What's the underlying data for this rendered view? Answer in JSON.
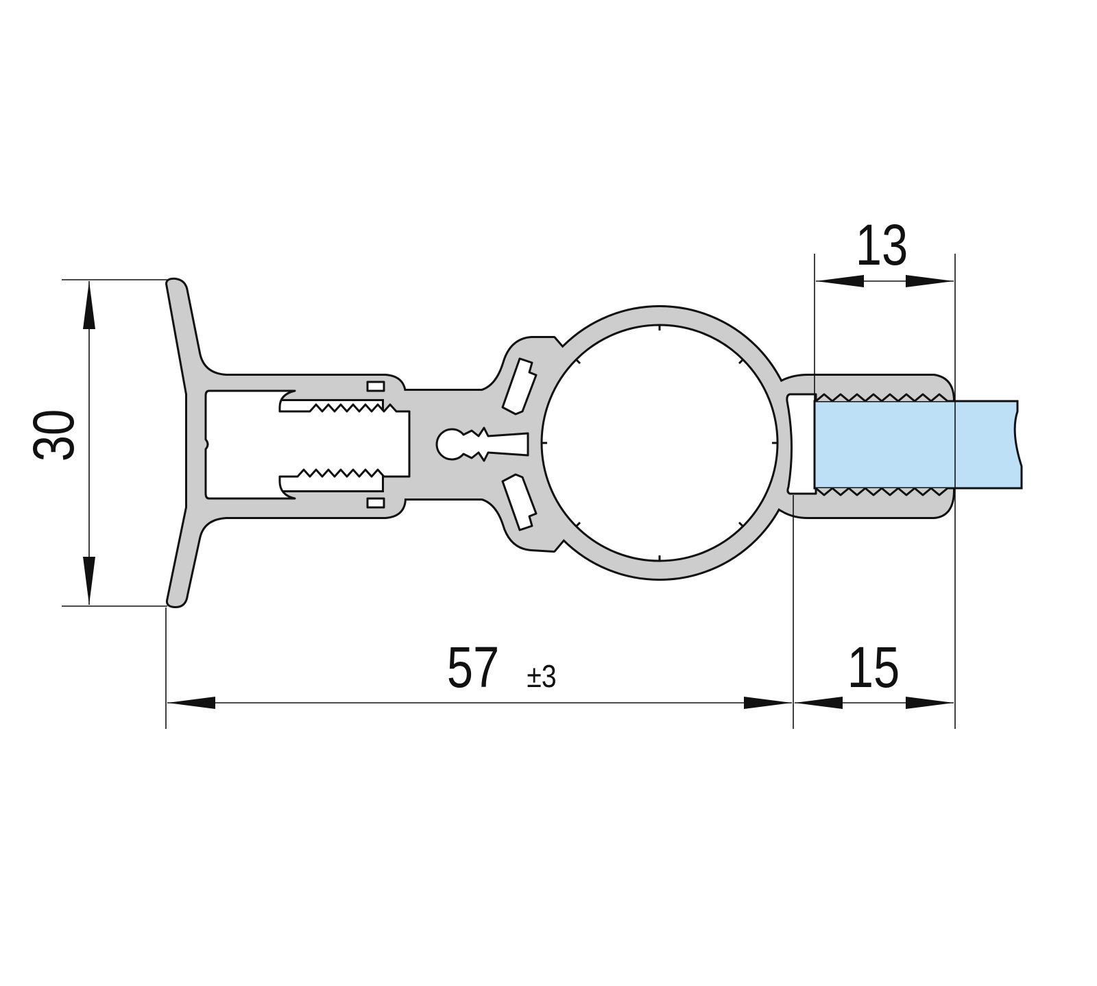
{
  "drawing": {
    "colors": {
      "profile_fill": "#cdcdcd",
      "glass_fill": "#bde0f6",
      "outline": "#111111"
    },
    "dimensions": {
      "height": {
        "value": "30"
      },
      "glass_grip": {
        "value": "13"
      },
      "overall_width": {
        "value": "57",
        "tolerance": "±3"
      },
      "clamp_width": {
        "value": "15"
      }
    }
  }
}
